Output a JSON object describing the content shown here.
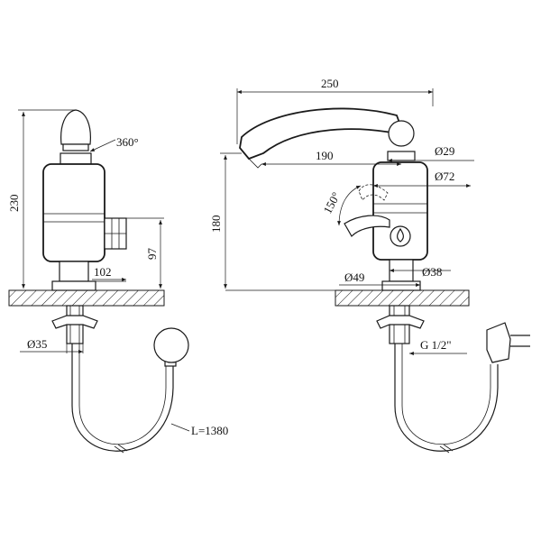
{
  "labels": {
    "left_height": "230",
    "rotation": "360°",
    "left_lower_height": "97",
    "left_width": "102",
    "left_diameter": "Ø35",
    "cable_length": "L=1380",
    "spout_reach": "250",
    "spout_inner": "190",
    "right_height": "180",
    "diameter_29": "Ø29",
    "diameter_72": "Ø72",
    "lever_angle": "150°",
    "diameter_49": "Ø49",
    "diameter_38": "Ø38",
    "thread": "G 1/2\""
  }
}
